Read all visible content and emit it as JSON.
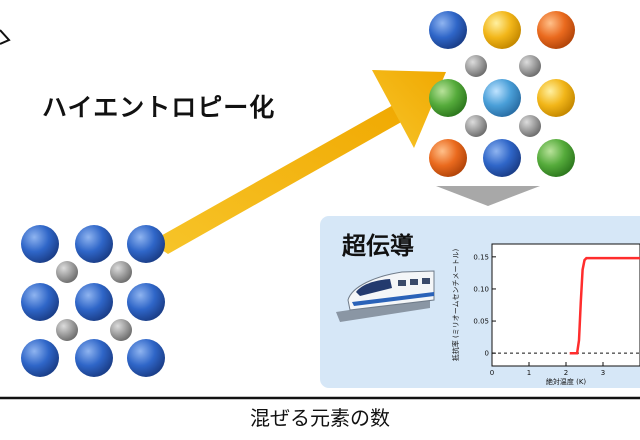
{
  "diagram": {
    "arrow_label": "ハイエントロピー化",
    "x_axis_label": "混ぜる元素の数"
  },
  "superconductivity_panel": {
    "title": "超伝導",
    "icons": [
      "maglev-train-icon",
      "levitation-magnet-icon"
    ]
  },
  "chart_data": {
    "type": "line",
    "title": "",
    "xlabel": "絶対温度 (K)",
    "ylabel": "抵抗率 (ミリオームセンチメートル)",
    "xlim": [
      0,
      4
    ],
    "ylim": [
      -0.02,
      0.17
    ],
    "xticks": [
      0,
      1,
      2,
      3
    ],
    "yticks": [
      0,
      0.05,
      0.1,
      0.15
    ],
    "ytick_labels": [
      "0",
      "0.05",
      "0.10",
      "0.15"
    ],
    "reference_line": {
      "y": 0,
      "style": "dashed"
    },
    "series": [
      {
        "color": "#ff2d2d",
        "x": [
          2.1,
          2.3,
          2.35,
          2.4,
          2.45,
          2.5,
          2.55,
          4.0
        ],
        "y": [
          0.0,
          0.0,
          0.02,
          0.08,
          0.13,
          0.145,
          0.148,
          0.148
        ]
      }
    ]
  },
  "colors": {
    "blue": "#2f66c8",
    "yellow": "#f2b619",
    "orange": "#ea6a1e",
    "green": "#55ab3b",
    "light_blue": "#4a9fd8",
    "gray": "#9a9a9a",
    "arrow": "#f4b712",
    "panel": "#d6e7f7"
  }
}
